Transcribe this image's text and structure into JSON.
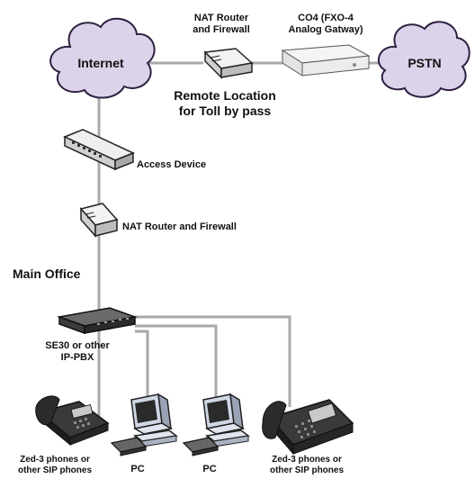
{
  "nodes": {
    "internet": "Internet",
    "pstn": "PSTN",
    "nat_router_top": "NAT Router\nand Firewall",
    "co4": "CO4 (FXO-4\nAnalog Gatway)",
    "remote_location": "Remote Location\nfor Toll by pass",
    "access_device": "Access Device",
    "nat_router_main": "NAT Router and Firewall",
    "main_office": "Main Office",
    "se30": "SE30 or other\nIP-PBX",
    "phone_left": "Zed-3 phones or\nother SIP phones",
    "pc_left": "PC",
    "pc_right": "PC",
    "phone_right": "Zed-3 phones or\nother SIP phones"
  },
  "colors": {
    "line": "#a9a9a9",
    "cloud_fill": "#dcd3ea",
    "cloud_stroke": "#2d2040",
    "device_dark": "#2b2b2b"
  }
}
